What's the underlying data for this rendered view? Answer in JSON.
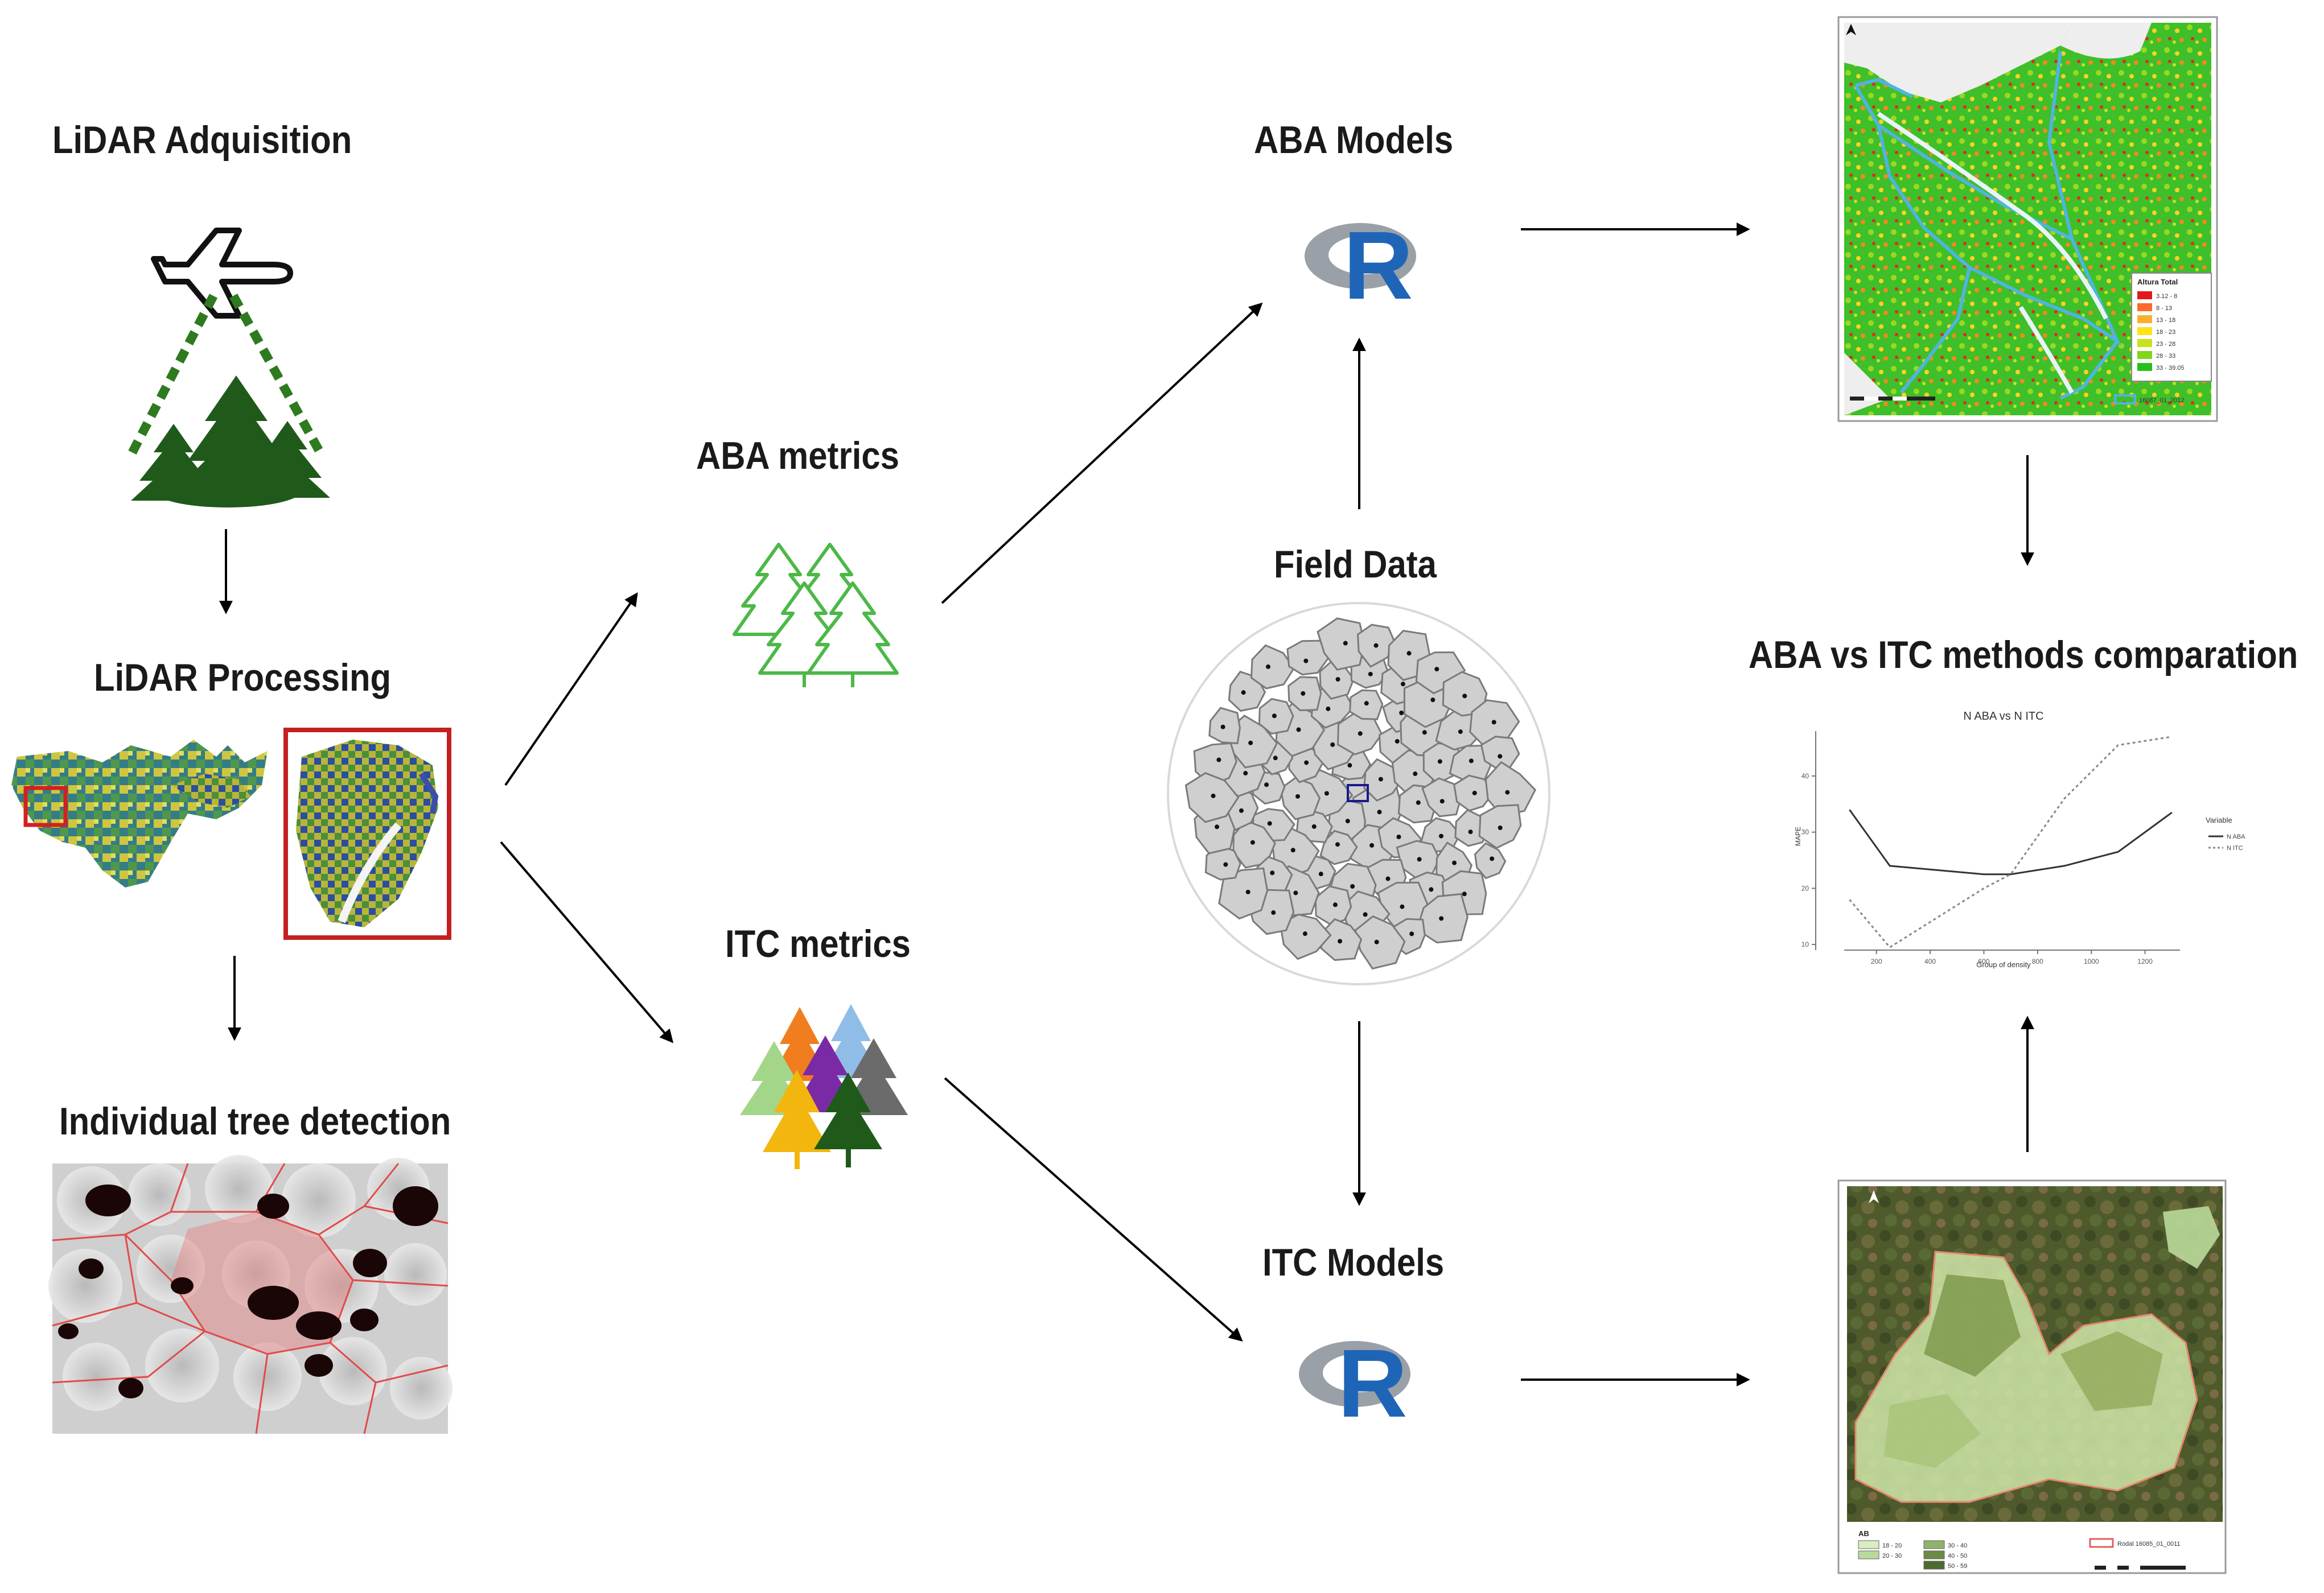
{
  "nodes": {
    "lidar_acquisition": "LiDAR Adquisition",
    "lidar_processing": "LiDAR Processing",
    "individual_tree_detection": "Individual tree detection",
    "aba_metrics": "ABA metrics",
    "itc_metrics": "ITC metrics",
    "aba_models": "ABA Models",
    "field_data": "Field Data",
    "itc_models": "ITC Models",
    "comparison": "ABA vs ITC methods comparation"
  },
  "r_logo_letter": "R",
  "icons": {
    "airplane": "airplane-icon",
    "forest": "forest-icon",
    "outline_trees": "outline-trees-icon",
    "colored_trees": "colored-trees-icon"
  },
  "colors": {
    "arrow": "#000000",
    "forest_dark": "#2e6b1f",
    "aba_outline_trees": "#4cb848",
    "r_blue": "#1f65b7",
    "r_gray": "#9aa0a8"
  },
  "map_aba_legend": {
    "title": "Altura Total",
    "classes": [
      "3.12 - 8",
      "8 - 13",
      "13 - 18",
      "18 - 23",
      "23 - 28",
      "28 - 33",
      "33 - 39.05"
    ],
    "colors": [
      "#e31a1c",
      "#fb6a2c",
      "#fdae2a",
      "#ffe21a",
      "#c6e31a",
      "#7fd61c",
      "#22c21c"
    ],
    "boundary_label": "16087_01_2012"
  },
  "map_itc_legend": {
    "title": "AB",
    "classes": [
      "18 - 20",
      "20 - 30",
      "30 - 40",
      "40 - 50",
      "50 - 59"
    ],
    "colors": [
      "#d8edc0",
      "#b9d99a",
      "#8fb36a",
      "#6a8a45",
      "#4d6a30"
    ],
    "boundary_label": "Rodal 16085_01_0011"
  },
  "chart_data": {
    "type": "line",
    "title": "N ABA vs N ITC",
    "xlabel": "Group of density",
    "ylabel": "MAPE",
    "x": [
      100,
      250,
      600,
      700,
      900,
      1100,
      1300
    ],
    "xticks": [
      200,
      400,
      600,
      800,
      1000,
      1200
    ],
    "yticks": [
      10,
      20,
      30,
      40
    ],
    "xlim": [
      80,
      1330
    ],
    "ylim": [
      9,
      48
    ],
    "legend_title": "Variable",
    "legend_position": "right",
    "series": [
      {
        "name": "N ABA",
        "values": [
          34,
          24,
          22.5,
          22.5,
          24,
          26.5,
          33.5
        ],
        "color": "#333333",
        "dash": "solid"
      },
      {
        "name": "N ITC",
        "values": [
          18,
          9.5,
          20,
          22.5,
          36,
          45.5,
          47
        ],
        "color": "#888888",
        "dash": "dotted"
      }
    ]
  }
}
